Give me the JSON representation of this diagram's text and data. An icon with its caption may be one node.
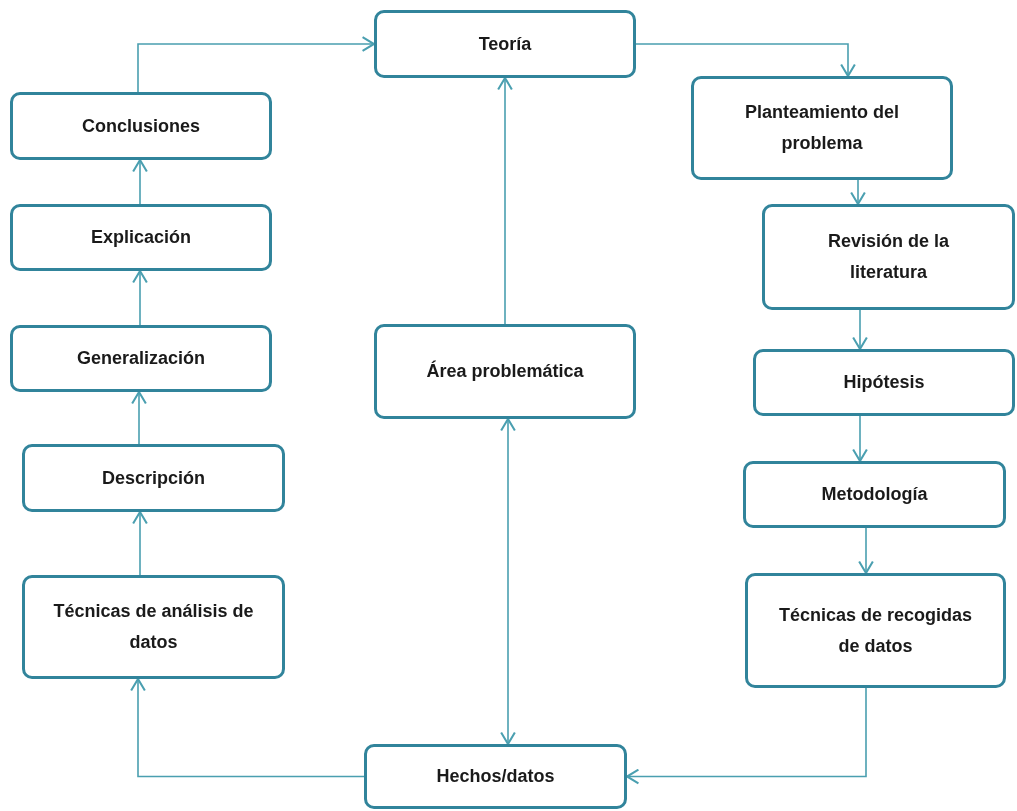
{
  "diagram": {
    "nodes": [
      {
        "text": [
          "Teoría"
        ]
      },
      {
        "text": [
          "Planteamiento del problema"
        ]
      },
      {
        "text": [
          "Revisión de la literatura"
        ]
      },
      {
        "text": [
          "Hipótesis"
        ]
      },
      {
        "text": [
          "Metodología"
        ]
      },
      {
        "text": [
          "Técnicas de recogidas de datos"
        ]
      },
      {
        "text": [
          "Hechos/datos"
        ]
      },
      {
        "text": [
          "Técnicas de análisis de datos"
        ]
      },
      {
        "text": [
          "Descripción"
        ]
      },
      {
        "text": [
          "Generalización"
        ]
      },
      {
        "text": [
          "Explicación"
        ]
      },
      {
        "text": [
          "Conclusiones"
        ]
      },
      {
        "text": [
          "Área problemática"
        ]
      }
    ],
    "edges": [
      {
        "from": 0,
        "to": 1,
        "arrow": "to"
      },
      {
        "from": 1,
        "to": 2,
        "arrow": "to"
      },
      {
        "from": 2,
        "to": 3,
        "arrow": "to"
      },
      {
        "from": 3,
        "to": 4,
        "arrow": "to"
      },
      {
        "from": 4,
        "to": 5,
        "arrow": "to"
      },
      {
        "from": 5,
        "to": 6,
        "arrow": "to"
      },
      {
        "from": 6,
        "to": 7,
        "arrow": "to"
      },
      {
        "from": 7,
        "to": 8,
        "arrow": "to"
      },
      {
        "from": 8,
        "to": 9,
        "arrow": "to"
      },
      {
        "from": 9,
        "to": 10,
        "arrow": "to"
      },
      {
        "from": 10,
        "to": 11,
        "arrow": "to"
      },
      {
        "from": 11,
        "to": 0,
        "arrow": "to"
      },
      {
        "from": 12,
        "to": 0,
        "arrow": "to"
      },
      {
        "from": 12,
        "to": 6,
        "arrow": "both"
      }
    ]
  }
}
